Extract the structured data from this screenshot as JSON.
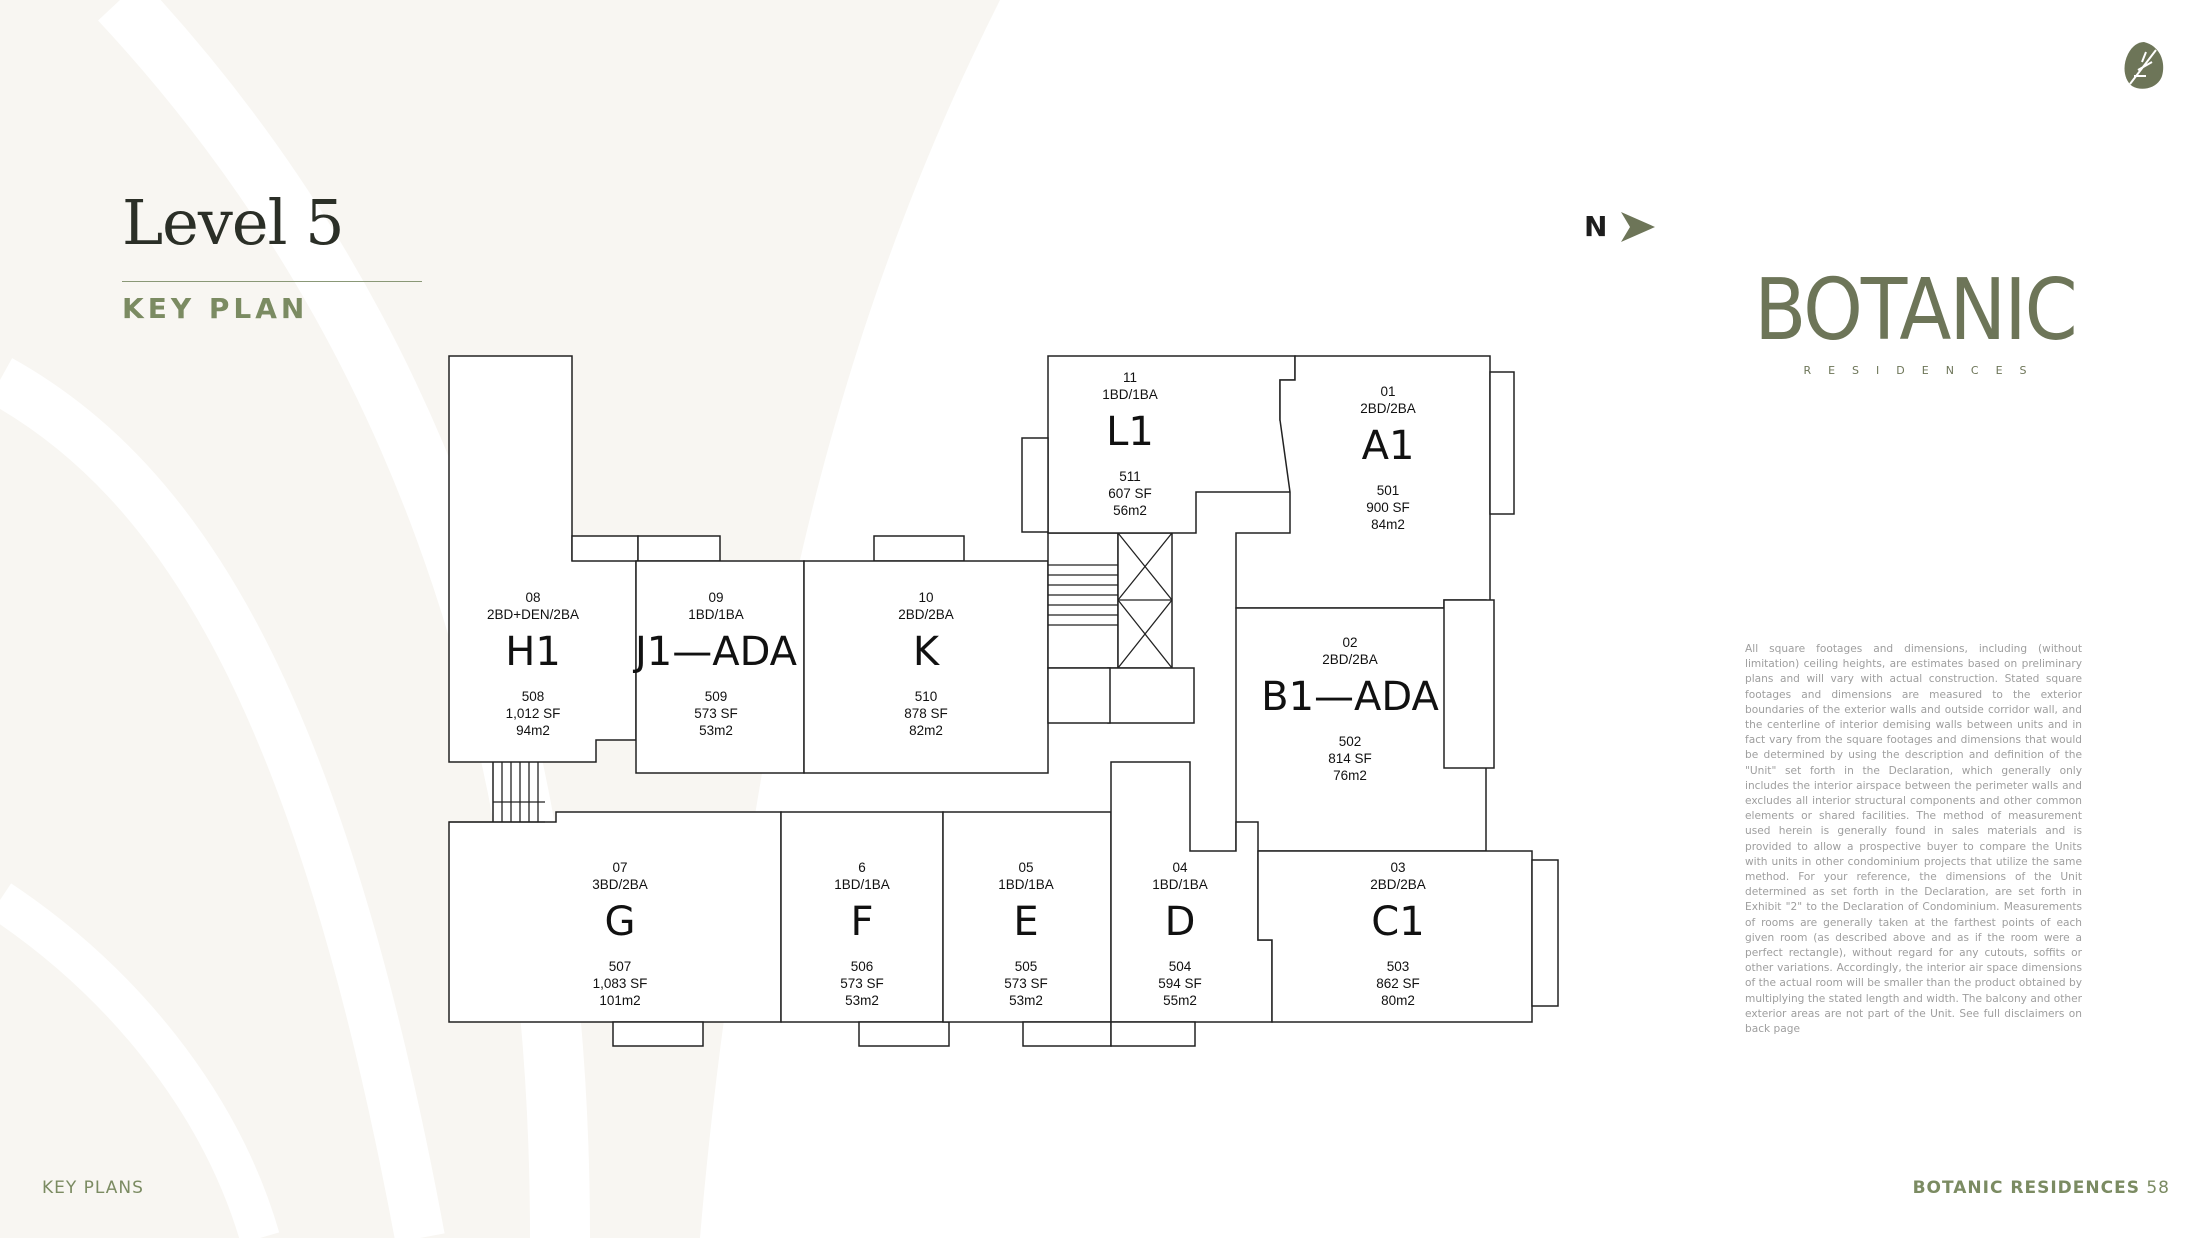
{
  "page": {
    "title": "Level 5",
    "subtitle": "KEY PLAN",
    "north_label": "N",
    "brand_name": "BOTANIC",
    "brand_sub": "RESIDENCES",
    "footer_left": "KEY PLANS",
    "footer_brand": "BOTANIC RESIDENCES",
    "footer_page": "58",
    "accent_color": "#7b8b62",
    "disclaimer": "All square footages and dimensions, including (without limitation) ceiling heights, are estimates based on preliminary plans and will vary with actual construction. Stated square footages and dimensions are measured to the exterior boundaries of the exterior walls and outside corridor wall, and the centerline of interior demising walls between units and in fact vary from the square footages and dimensions that would be determined by using the description and definition of the \"Unit\" set forth in the Declaration, which generally only includes the interior airspace between the perimeter walls and excludes all interior structural components and other common elements or shared facilities. The method of measurement used herein is generally found in sales materials and is provided to allow a prospective buyer to compare the Units with units in other condominium projects that utilize the same method. For your reference, the dimensions of the Unit determined as set forth in the Declaration, are set forth in Exhibit \"2\" to the Declaration of Condominium. Measurements of rooms are generally taken at the farthest points of each given room (as described above and as if the room were a perfect rectangle), without regard for any cutouts, soffits or other variations. Accordingly, the interior air space dimensions of the actual room will be smaller than the product obtained by multiplying the stated length and width. The balcony and other exterior areas are not part of the Unit. See full disclaimers on back page"
  },
  "units": [
    {
      "stack": "11",
      "type": "1BD/1BA",
      "name": "L1",
      "unit": "511",
      "sf": "607 SF",
      "m2": "56m2"
    },
    {
      "stack": "01",
      "type": "2BD/2BA",
      "name": "A1",
      "unit": "501",
      "sf": "900 SF",
      "m2": "84m2"
    },
    {
      "stack": "08",
      "type": "2BD+DEN/2BA",
      "name": "H1",
      "unit": "508",
      "sf": "1,012 SF",
      "m2": "94m2"
    },
    {
      "stack": "09",
      "type": "1BD/1BA",
      "name": "J1—ADA",
      "unit": "509",
      "sf": "573 SF",
      "m2": "53m2"
    },
    {
      "stack": "10",
      "type": "2BD/2BA",
      "name": "K",
      "unit": "510",
      "sf": "878 SF",
      "m2": "82m2"
    },
    {
      "stack": "02",
      "type": "2BD/2BA",
      "name": "B1—ADA",
      "unit": "502",
      "sf": "814 SF",
      "m2": "76m2"
    },
    {
      "stack": "07",
      "type": "3BD/2BA",
      "name": "G",
      "unit": "507",
      "sf": "1,083 SF",
      "m2": "101m2"
    },
    {
      "stack": "6",
      "type": "1BD/1BA",
      "name": "F",
      "unit": "506",
      "sf": "573 SF",
      "m2": "53m2"
    },
    {
      "stack": "05",
      "type": "1BD/1BA",
      "name": "E",
      "unit": "505",
      "sf": "573 SF",
      "m2": "53m2"
    },
    {
      "stack": "04",
      "type": "1BD/1BA",
      "name": "D",
      "unit": "504",
      "sf": "594 SF",
      "m2": "55m2"
    },
    {
      "stack": "03",
      "type": "2BD/2BA",
      "name": "C1",
      "unit": "503",
      "sf": "862 SF",
      "m2": "80m2"
    }
  ]
}
